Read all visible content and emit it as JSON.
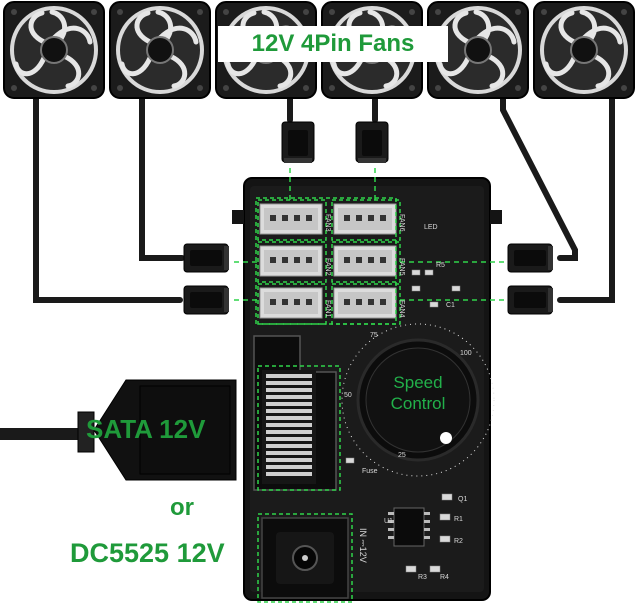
{
  "labels": {
    "fans": "12V 4Pin Fans",
    "sata": "SATA 12V",
    "or": "or",
    "dc": "DC5525 12V",
    "speed_line1": "Speed",
    "speed_line2": "Control"
  },
  "board": {
    "fan_headers": [
      "FAN1",
      "FAN2",
      "FAN3",
      "FAN4",
      "FAN5",
      "FAN6"
    ],
    "dial_marks": [
      "25",
      "50",
      "75",
      "100"
    ],
    "fuse": "Fuse",
    "power_in": "IN ⎓12V",
    "components": [
      "LED",
      "U1",
      "C1",
      "R1",
      "R2",
      "R3",
      "R4",
      "R5",
      "Q1"
    ]
  },
  "colors": {
    "accent_green": "#1f9a3a",
    "highlight_green": "#2fd34a",
    "board": "#141414",
    "fan_frame": "#1b1b1b"
  },
  "icons": [
    "fan-icon",
    "4pin-connector-icon",
    "sata-connector-icon",
    "dc-jack-icon",
    "knob-icon"
  ]
}
